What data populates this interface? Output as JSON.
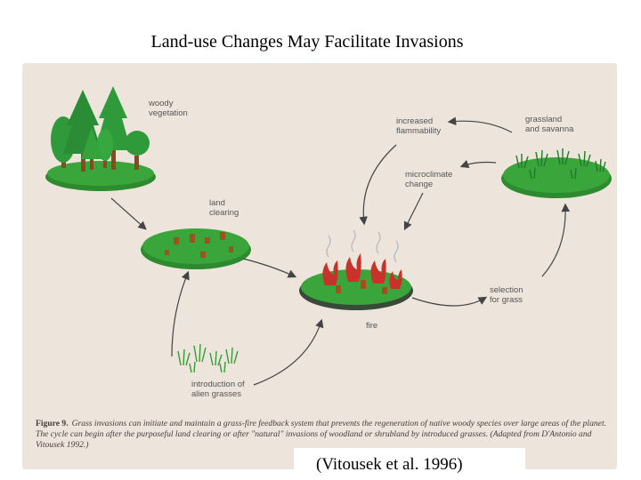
{
  "slide": {
    "title": "Land-use Changes May Facilitate Invasions",
    "citation": "(Vitousek et al. 1996)"
  },
  "diagram": {
    "labels": {
      "woody": "woody\nvegetation",
      "land_clearing": "land\nclearing",
      "increased_flammability": "increased\nflammability",
      "grassland": "grassland\nand savanna",
      "microclimate": "microclimate\nchange",
      "fire": "fire",
      "selection": "selection\nfor grass",
      "introduction": "introduction of\nalien grasses"
    },
    "caption": {
      "figure_number": "Figure 9.",
      "text": "Grass invasions can initiate and maintain a grass-fire feedback system that prevents the regeneration of native woody species over large areas of the planet. The cycle can begin after the purposeful land clearing or after \"natural\" invasions of woodland or shrubland by introduced grasses. (Adapted from D'Antonio and Vitousek 1992.)"
    },
    "colors": {
      "background": "#ede4dc",
      "ground": "#3aa53a",
      "ground_dark": "#2d8a2e",
      "tree": "#2f9a3a",
      "trunk": "#8a4a1e",
      "stump": "#a0521e",
      "flame": "#c8322a",
      "arrow": "#444444"
    }
  }
}
